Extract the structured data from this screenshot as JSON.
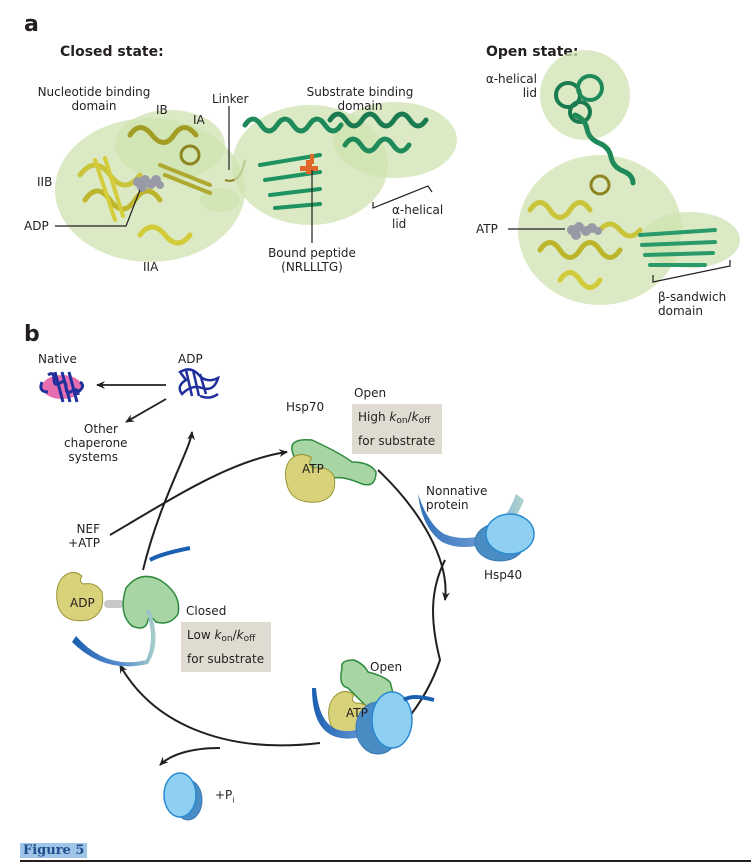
{
  "panel_a": {
    "letter": "a",
    "closed_state": {
      "title": "Closed state:",
      "labels": {
        "nucleotide_binding_domain": "Nucleotide binding domain",
        "ib": "IB",
        "ia": "IA",
        "linker": "Linker",
        "substrate_binding_domain": "Substrate binding domain",
        "iib": "IIB",
        "adp": "ADP",
        "iia": "IIA",
        "alpha_helical_lid": "α-helical lid",
        "bound_peptide": "Bound peptide",
        "peptide_sequence": "(NRLLLTG)"
      }
    },
    "open_state": {
      "title": "Open state:",
      "labels": {
        "alpha_helical_lid": "α-helical lid",
        "atp": "ATP",
        "beta_sandwich_domain": "β-sandwich domain"
      }
    }
  },
  "panel_b": {
    "letter": "b",
    "labels": {
      "native": "Native",
      "adp_top": "ADP",
      "other_chaperone_systems": "Other chaperone systems",
      "nef_atp": "NEF +ATP",
      "hsp70": "Hsp70",
      "open_top": "Open",
      "atp_top": "ATP",
      "nonnative_protein": "Nonnative protein",
      "hsp40": "Hsp40",
      "open_bottom": "Open",
      "atp_bottom": "ATP",
      "adp_closed": "ADP",
      "closed": "Closed",
      "pi": "+P",
      "pi_sub": "i"
    },
    "high_box": {
      "prefix": "High ",
      "k": "k",
      "on": "on",
      "slash": "/",
      "off": "off",
      "line2": "for substrate"
    },
    "low_box": {
      "prefix": "Low ",
      "k": "k",
      "on": "on",
      "slash": "/",
      "off": "off",
      "line2": "for substrate"
    }
  },
  "figure_label": "Figure 5",
  "colors": {
    "nbd_yellow": "#d8d27a",
    "sbd_green": "#a8d5a4",
    "sbd_outline": "#2e8b3e",
    "hsp40_blue": "#8fd0f2",
    "hsp40_dark": "#4a8cc4",
    "peptide_orange": "#e0662a",
    "box_bg": "#e0dbd0",
    "figure_label_bg": "#9ec5e8"
  }
}
